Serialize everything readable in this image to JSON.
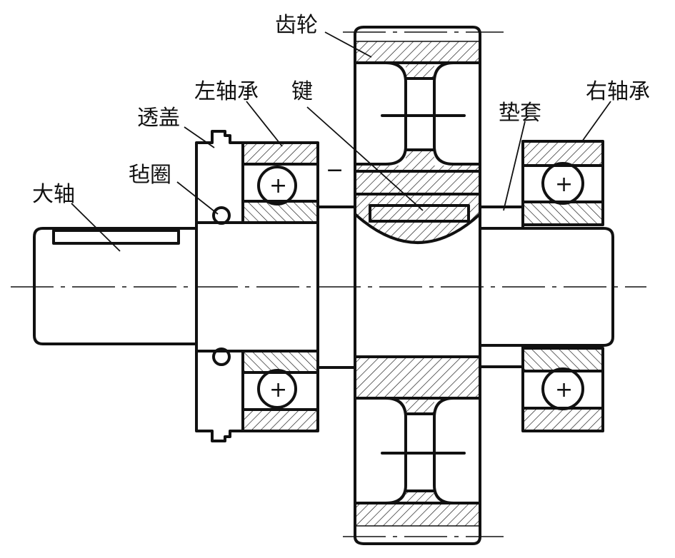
{
  "labels": {
    "gear": "齿轮",
    "key": "键",
    "left_bearing": "左轴承",
    "right_bearing": "右轴承",
    "cover": "透盖",
    "felt_ring": "毡圈",
    "spacer": "垫套",
    "shaft": "大轴"
  },
  "marks": {
    "minus": "−",
    "plus": "+"
  }
}
